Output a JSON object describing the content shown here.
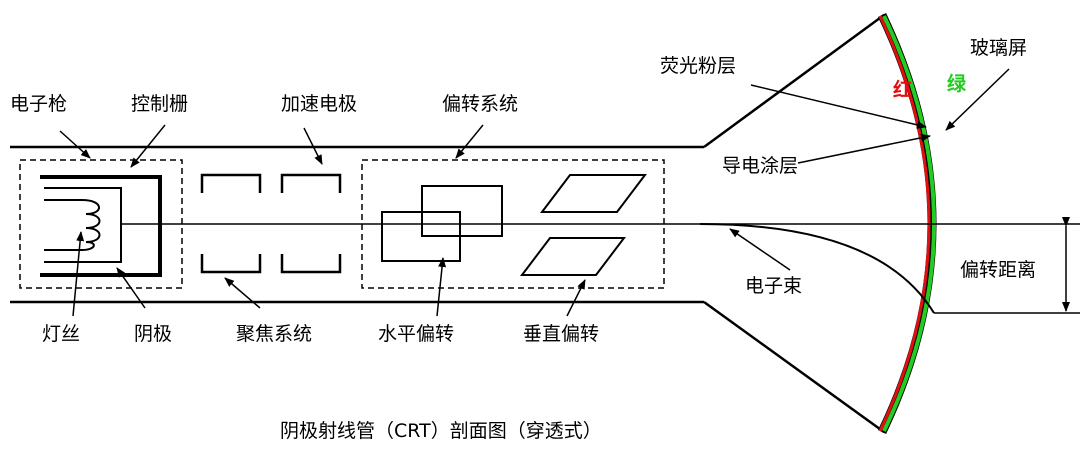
{
  "labels": {
    "electron_gun": "电子枪",
    "control_grid": "控制栅",
    "accel_electrode": "加速电极",
    "deflection_system": "偏转系统",
    "phosphor_layer": "荧光粉层",
    "glass_screen": "玻璃屏",
    "red": "红",
    "green": "绿",
    "conductive_coating": "导电涂层",
    "electron_beam": "电子束",
    "deflection_distance": "偏转距离",
    "filament": "灯丝",
    "cathode": "阴极",
    "focus_system": "聚焦系统",
    "horizontal_deflection": "水平偏转",
    "vertical_deflection": "垂直偏转"
  },
  "caption": "阴极射线管（CRT）剖面图（穿透式）",
  "colors": {
    "red_layer": "#e01010",
    "green_layer": "#22cc22",
    "red_text": "#e01010",
    "green_text": "#22cc22",
    "line": "#000000"
  }
}
